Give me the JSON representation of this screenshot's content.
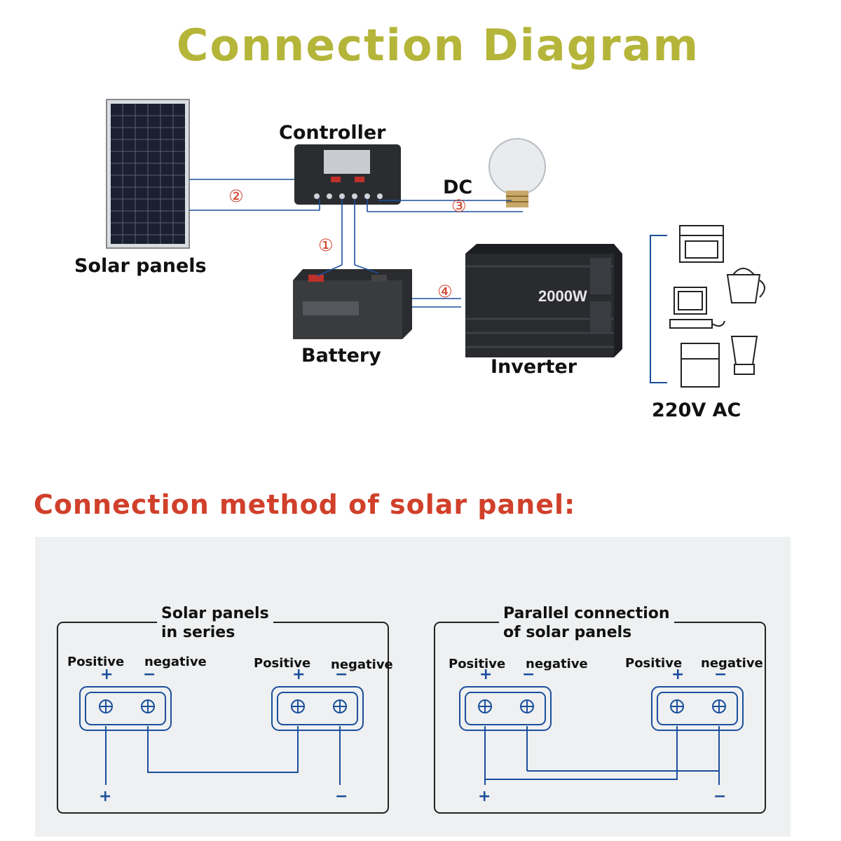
{
  "header": {
    "title": "Connection Diagram"
  },
  "components": {
    "solar_panels": "Solar panels",
    "controller": "Controller",
    "battery": "Battery",
    "inverter": "Inverter",
    "dc_load": "DC",
    "ac_load": "220V AC"
  },
  "steps": [
    "①",
    "②",
    "③",
    "④"
  ],
  "inverter_face": {
    "rating": "2000W"
  },
  "section2": {
    "title": "Connection method of solar panel:",
    "series": {
      "title": [
        "Solar panels",
        "in series"
      ],
      "panel1": {
        "positive": "Positive",
        "negative": "negative"
      },
      "panel2": {
        "positive": "Positive",
        "negative": "negative"
      },
      "out_plus": "+",
      "out_minus": "−"
    },
    "parallel": {
      "title": [
        "Parallel connection",
        "of solar panels"
      ],
      "panel1": {
        "positive": "Positive",
        "negative": "negative"
      },
      "panel2": {
        "positive": "Positive",
        "negative": "negative"
      },
      "out_plus": "+",
      "out_minus": "−"
    },
    "plus": "+",
    "minus": "−"
  },
  "colors": {
    "title": "#b5b53a",
    "subtitle": "#d0402a",
    "wire": "#1b4f9c",
    "step": "#d0402a"
  }
}
